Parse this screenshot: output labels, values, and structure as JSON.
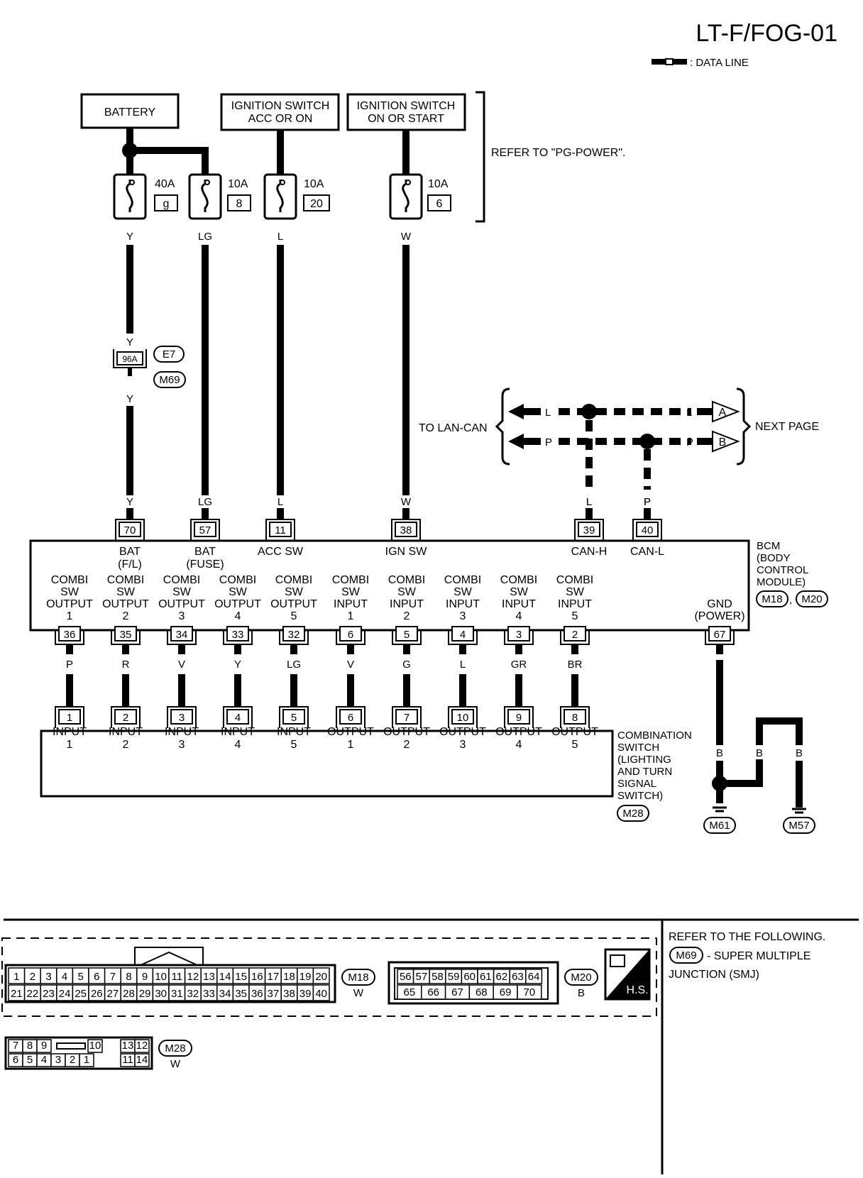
{
  "page": {
    "code": "LT-F/FOG-01",
    "legend_label": ": DATA LINE",
    "refer_pg_power": "REFER TO \"PG-POWER\"."
  },
  "sources": {
    "battery": "BATTERY",
    "ign_acc_l1": "IGNITION SWITCH",
    "ign_acc_l2": "ACC OR ON",
    "ign_start_l1": "IGNITION SWITCH",
    "ign_start_l2": "ON OR START"
  },
  "fuses": [
    {
      "amps": "40A",
      "num": "g"
    },
    {
      "amps": "10A",
      "num": "8"
    },
    {
      "amps": "10A",
      "num": "20"
    },
    {
      "amps": "10A",
      "num": "6"
    }
  ],
  "wire_colors": {
    "y": "Y",
    "lg": "LG",
    "l": "L",
    "w": "W",
    "p": "P",
    "b": "B"
  },
  "joint": {
    "number": "96A",
    "conn_top": "E7",
    "conn_bottom": "M69"
  },
  "lan": {
    "to_label": "TO LAN-CAN",
    "next_page": "NEXT PAGE",
    "arrow_a": "A",
    "arrow_b": "B"
  },
  "bcm": {
    "title_lines": [
      "BCM",
      "(BODY",
      "CONTROL",
      "MODULE)"
    ],
    "conn1": "M18",
    "conn_sep": ",",
    "conn2": "M20",
    "top_pins": [
      {
        "num": "70",
        "wire": "Y",
        "label_lines": [
          "BAT",
          "(F/L)"
        ]
      },
      {
        "num": "57",
        "wire": "LG",
        "label_lines": [
          "BAT",
          "(FUSE)"
        ]
      },
      {
        "num": "11",
        "wire": "L",
        "label_lines": [
          "ACC SW"
        ]
      },
      {
        "num": "38",
        "wire": "W",
        "label_lines": [
          "IGN SW"
        ]
      },
      {
        "num": "39",
        "wire": "L",
        "label_lines": [
          "CAN-H"
        ]
      },
      {
        "num": "40",
        "wire": "P",
        "label_lines": [
          "CAN-L"
        ]
      }
    ],
    "bottom_pins": [
      {
        "num": "36",
        "wire": "P",
        "label_lines": [
          "COMBI",
          "SW",
          "OUTPUT",
          "1"
        ]
      },
      {
        "num": "35",
        "wire": "R",
        "label_lines": [
          "COMBI",
          "SW",
          "OUTPUT",
          "2"
        ]
      },
      {
        "num": "34",
        "wire": "V",
        "label_lines": [
          "COMBI",
          "SW",
          "OUTPUT",
          "3"
        ]
      },
      {
        "num": "33",
        "wire": "Y",
        "label_lines": [
          "COMBI",
          "SW",
          "OUTPUT",
          "4"
        ]
      },
      {
        "num": "32",
        "wire": "LG",
        "label_lines": [
          "COMBI",
          "SW",
          "OUTPUT",
          "5"
        ]
      },
      {
        "num": "6",
        "wire": "V",
        "label_lines": [
          "COMBI",
          "SW",
          "INPUT",
          "1"
        ]
      },
      {
        "num": "5",
        "wire": "G",
        "label_lines": [
          "COMBI",
          "SW",
          "INPUT",
          "2"
        ]
      },
      {
        "num": "4",
        "wire": "L",
        "label_lines": [
          "COMBI",
          "SW",
          "INPUT",
          "3"
        ]
      },
      {
        "num": "3",
        "wire": "GR",
        "label_lines": [
          "COMBI",
          "SW",
          "INPUT",
          "4"
        ]
      },
      {
        "num": "2",
        "wire": "BR",
        "label_lines": [
          "COMBI",
          "SW",
          "INPUT",
          "5"
        ]
      }
    ],
    "gnd_pin": {
      "num": "67",
      "wire": "B",
      "label_lines": [
        "GND",
        "(POWER)"
      ]
    }
  },
  "combination_switch": {
    "title_lines": [
      "COMBINATION",
      "SWITCH",
      "(LIGHTING",
      "AND TURN",
      "SIGNAL",
      "SWITCH)"
    ],
    "conn": "M28",
    "pins": [
      {
        "num": "1",
        "label_lines": [
          "INPUT",
          "1"
        ]
      },
      {
        "num": "2",
        "label_lines": [
          "INPUT",
          "2"
        ]
      },
      {
        "num": "3",
        "label_lines": [
          "INPUT",
          "3"
        ]
      },
      {
        "num": "4",
        "label_lines": [
          "INPUT",
          "4"
        ]
      },
      {
        "num": "5",
        "label_lines": [
          "INPUT",
          "5"
        ]
      },
      {
        "num": "6",
        "label_lines": [
          "OUTPUT",
          "1"
        ]
      },
      {
        "num": "7",
        "label_lines": [
          "OUTPUT",
          "2"
        ]
      },
      {
        "num": "10",
        "label_lines": [
          "OUTPUT",
          "3"
        ]
      },
      {
        "num": "9",
        "label_lines": [
          "OUTPUT",
          "4"
        ]
      },
      {
        "num": "8",
        "label_lines": [
          "OUTPUT",
          "5"
        ]
      }
    ]
  },
  "grounds": [
    {
      "name": "M61",
      "wire": "B"
    },
    {
      "name": "M57",
      "wire": "B"
    }
  ],
  "ground_link_wire": "B",
  "connectors": {
    "m18": {
      "name": "M18",
      "color": "W",
      "rows": [
        [
          "1",
          "2",
          "3",
          "4",
          "5",
          "6",
          "7",
          "8",
          "9",
          "10",
          "11",
          "12",
          "13",
          "14",
          "15",
          "16",
          "17",
          "18",
          "19",
          "20"
        ],
        [
          "21",
          "22",
          "23",
          "24",
          "25",
          "26",
          "27",
          "28",
          "29",
          "30",
          "31",
          "32",
          "33",
          "34",
          "35",
          "36",
          "37",
          "38",
          "39",
          "40"
        ]
      ]
    },
    "m20": {
      "name": "M20",
      "color": "B",
      "rows": [
        [
          "56",
          "57",
          "58",
          "59",
          "60",
          "61",
          "62",
          "63",
          "64"
        ],
        [
          "65",
          "66",
          "67",
          "68",
          "69",
          "70"
        ]
      ]
    },
    "m28": {
      "name": "M28",
      "color": "W",
      "top_left": [
        "7",
        "8",
        "9"
      ],
      "top_mid": [
        "10"
      ],
      "top_right": [
        "13",
        "12"
      ],
      "bottom_left": [
        "6",
        "5",
        "4",
        "3",
        "2",
        "1"
      ],
      "bottom_right": [
        "11",
        "14"
      ]
    },
    "hs_label": "H.S."
  },
  "refer": {
    "line1": "REFER TO THE FOLLOWING.",
    "conn": "M69",
    "line2_rest": "- SUPER MULTIPLE",
    "line3": "JUNCTION (SMJ)"
  }
}
